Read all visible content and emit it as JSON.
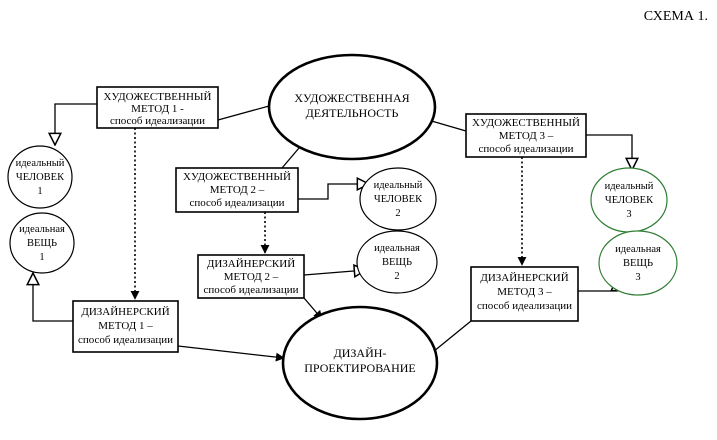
{
  "caption": "СХЕМА 1.",
  "center": {
    "art_activity": [
      "ХУДОЖЕСТВЕННАЯ",
      "ДЕЯТЕЛЬНОСТЬ"
    ],
    "design": [
      "ДИЗАЙН-",
      "ПРОЕКТИРОВАНИЕ"
    ]
  },
  "methods": {
    "art1": [
      "ХУДОЖЕСТВЕННЫЙ",
      "МЕТОД 1 -",
      "способ идеализации"
    ],
    "art2": [
      "ХУДОЖЕСТВЕННЫЙ",
      "МЕТОД  2 –",
      "способ идеализации"
    ],
    "art3": [
      "ХУДОЖЕСТВЕННЫЙ",
      "МЕТОД  3 –",
      "способ идеализации"
    ],
    "des1": [
      "ДИЗАЙНЕРСКИЙ",
      "МЕТОД  1 –",
      "способ идеализации"
    ],
    "des2": [
      "ДИЗАЙНЕРСКИЙ",
      "МЕТОД  2 –",
      "способ идеализации"
    ],
    "des3": [
      "ДИЗАЙНЕРСКИЙ",
      "МЕТОД  3 –",
      "способ идеализации"
    ]
  },
  "ideals": {
    "person1": [
      "идеальный",
      "ЧЕЛОВЕК",
      "1"
    ],
    "thing1": [
      "идеальная",
      "ВЕЩЬ",
      "1"
    ],
    "person2": [
      "идеальный",
      "ЧЕЛОВЕК",
      "2"
    ],
    "thing2": [
      "идеальная",
      "ВЕЩЬ",
      "2"
    ],
    "person3": [
      "идеальный",
      "ЧЕЛОВЕК",
      "3"
    ],
    "thing3": [
      "идеальная",
      "ВЕЩЬ",
      "3"
    ]
  },
  "colors": {
    "line": "#000000",
    "accent_green": "#2e7d32"
  }
}
